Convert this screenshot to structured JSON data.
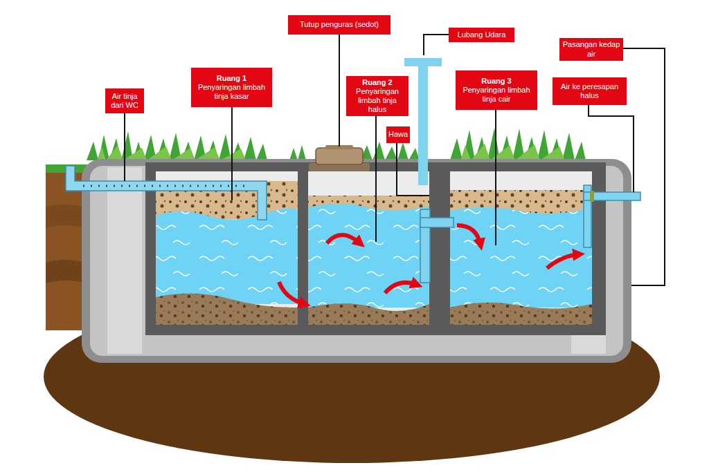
{
  "diagram": {
    "nodes": [
      {
        "text": [
          "Tutup penguras (sedot)"
        ]
      },
      {
        "text": [
          "Lubang Udara"
        ]
      },
      {
        "text": [
          "Pasangan kedap air"
        ]
      },
      {
        "text": [
          "Air tinja dari WC"
        ]
      },
      {
        "text": [
          "Ruang 1",
          "Penyaringan limbah tinja kasar"
        ]
      },
      {
        "text": [
          "Ruang 2",
          "Penyaringan limbah tinja halus"
        ]
      },
      {
        "text": [
          "Ruang 3",
          "Penyaringan limbah tinja cair"
        ]
      },
      {
        "text": [
          "Air ke peresapan halus"
        ]
      },
      {
        "text": [
          "Hawa"
        ]
      }
    ]
  }
}
